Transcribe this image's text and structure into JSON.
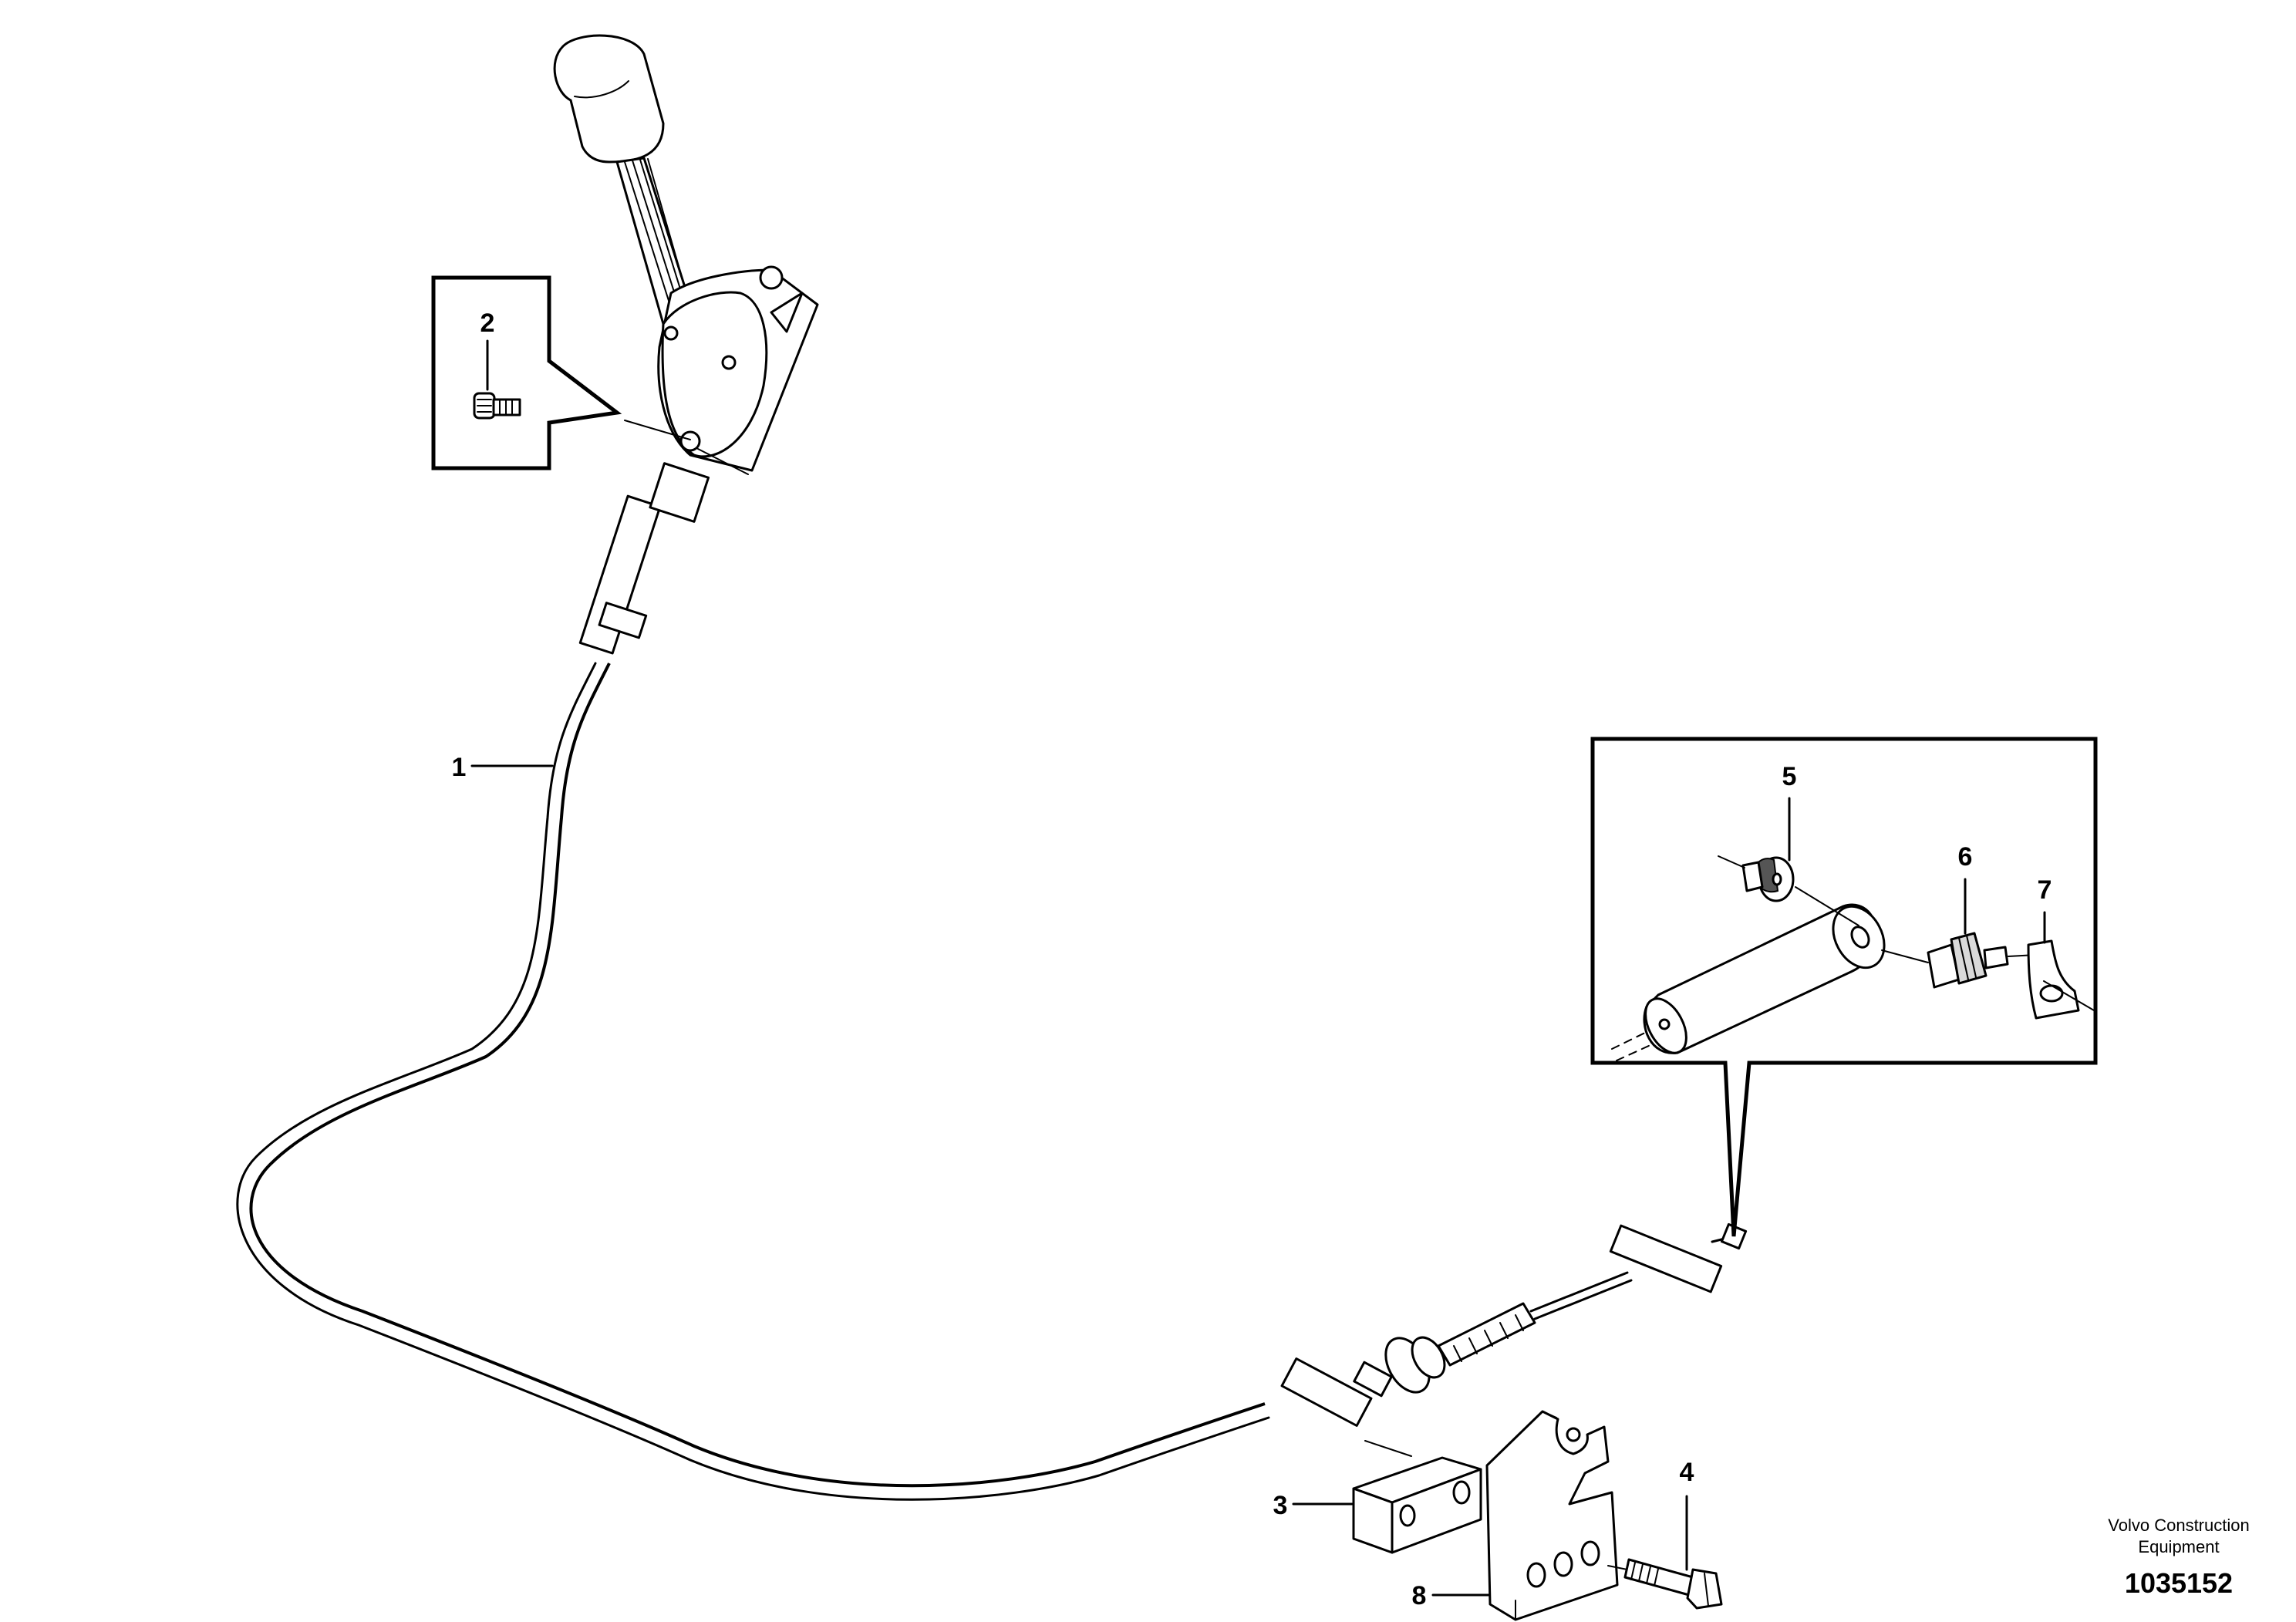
{
  "callouts": {
    "c1": "1",
    "c2": "2",
    "c3": "3",
    "c4": "4",
    "c5": "5",
    "c6": "6",
    "c7": "7",
    "c8": "8"
  },
  "footer": {
    "company_line1": "Volvo Construction",
    "company_line2": "Equipment",
    "drawing_number": "1035152"
  }
}
